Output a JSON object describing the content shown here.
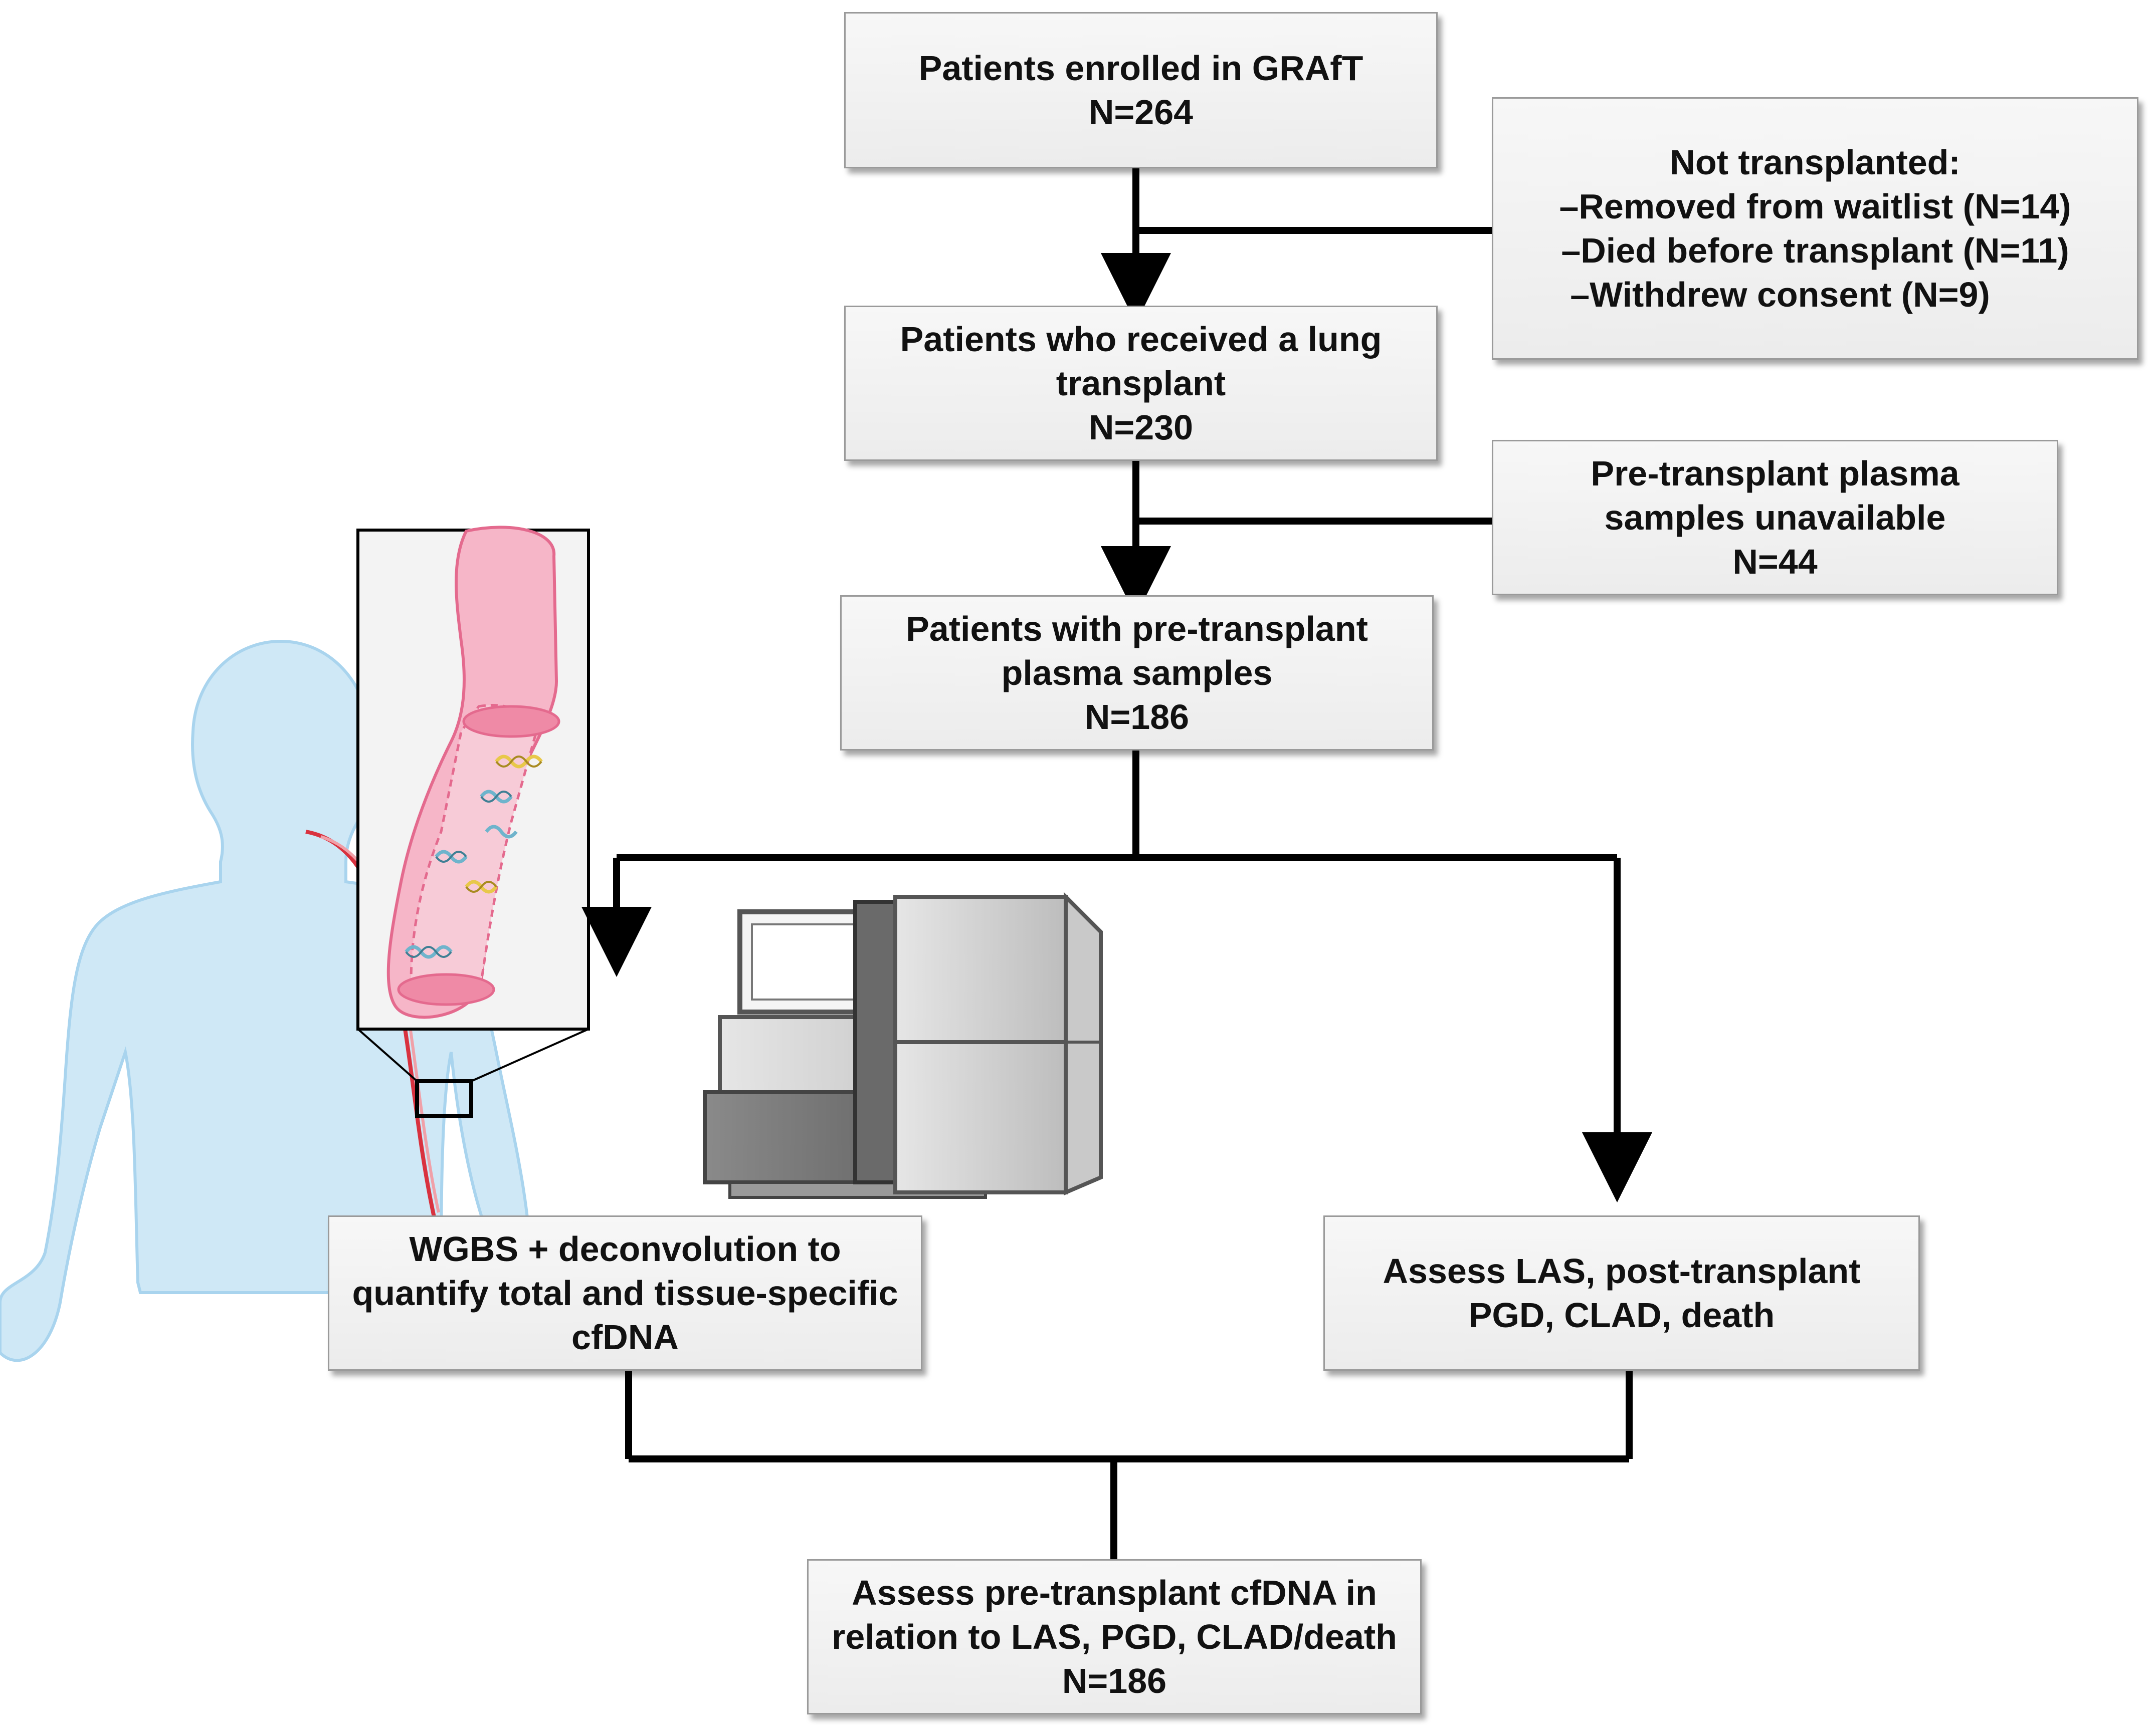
{
  "flow": {
    "enrolled": {
      "lines": [
        "Patients enrolled in GRAfT",
        "N=264"
      ]
    },
    "not_transplanted": {
      "lines": [
        "Not transplanted:",
        "–Removed from waitlist (N=14)",
        "–Died before transplant (N=11)",
        "–Withdrew consent (N=9)"
      ]
    },
    "transplanted": {
      "lines": [
        "Patients who received a lung",
        "transplant",
        "N=230"
      ]
    },
    "plasma_unavailable": {
      "lines": [
        "Pre-transplant plasma",
        "samples unavailable",
        "N=44"
      ]
    },
    "with_plasma": {
      "lines": [
        "Patients with pre-transplant",
        "plasma samples",
        "N=186"
      ]
    },
    "wgbs": {
      "lines": [
        "WGBS + deconvolution to",
        "quantify total and tissue-specific",
        "cfDNA"
      ]
    },
    "assess_outcomes": {
      "lines": [
        "Assess LAS, post-transplant",
        "PGD, CLAD, death"
      ]
    },
    "final": {
      "lines": [
        "Assess pre-transplant cfDNA in",
        "relation to LAS, PGD, CLAD/death",
        "N=186"
      ]
    }
  },
  "illustrations": {
    "human_figure": "human-body-outline",
    "vessel_inset": "blood-vessel-with-cfdna",
    "sequencer": "sequencing-machine"
  },
  "colors": {
    "body": "#cfe8f6",
    "body_outline": "#a9d4ee",
    "vessel": "#f6b6c8",
    "vessel_edge": "#e46a8e",
    "dna_blue": "#6fb4cc",
    "dna_yellow": "#e8c84a",
    "connector": "#000000"
  }
}
